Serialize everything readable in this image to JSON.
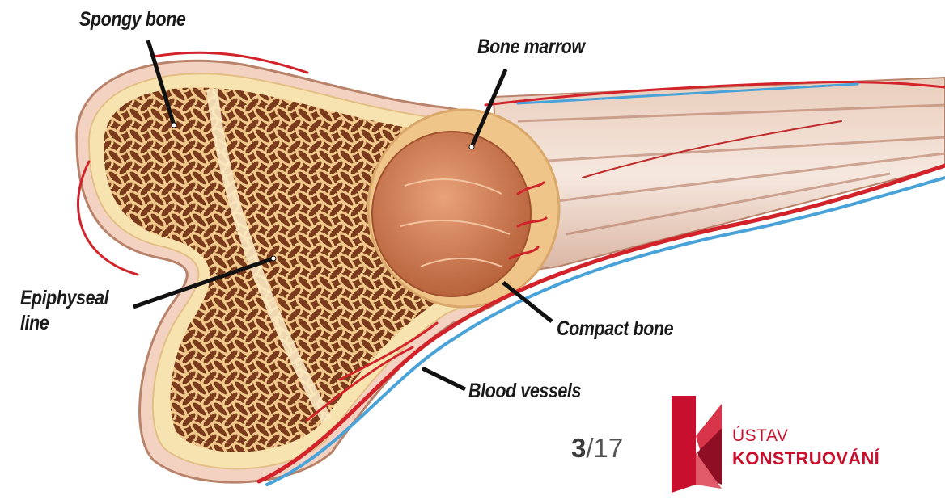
{
  "labels": {
    "spongy_bone": "Spongy bone",
    "bone_marrow": "Bone marrow",
    "epiphyseal_line_1": "Epiphyseal",
    "epiphyseal_line_2": "line",
    "compact_bone": "Compact bone",
    "blood_vessels": "Blood vessels"
  },
  "page": {
    "current": "3",
    "total": "/17"
  },
  "logo": {
    "line1": "ÚSTAV",
    "line2": "KONSTRUOVÁNÍ"
  },
  "colors": {
    "brand_red": "#c8102e",
    "vessel_red": "#d2232a",
    "vessel_blue": "#4aa3d8",
    "bone_cream": "#f7e3b0",
    "marrow": "#c97a4e"
  }
}
